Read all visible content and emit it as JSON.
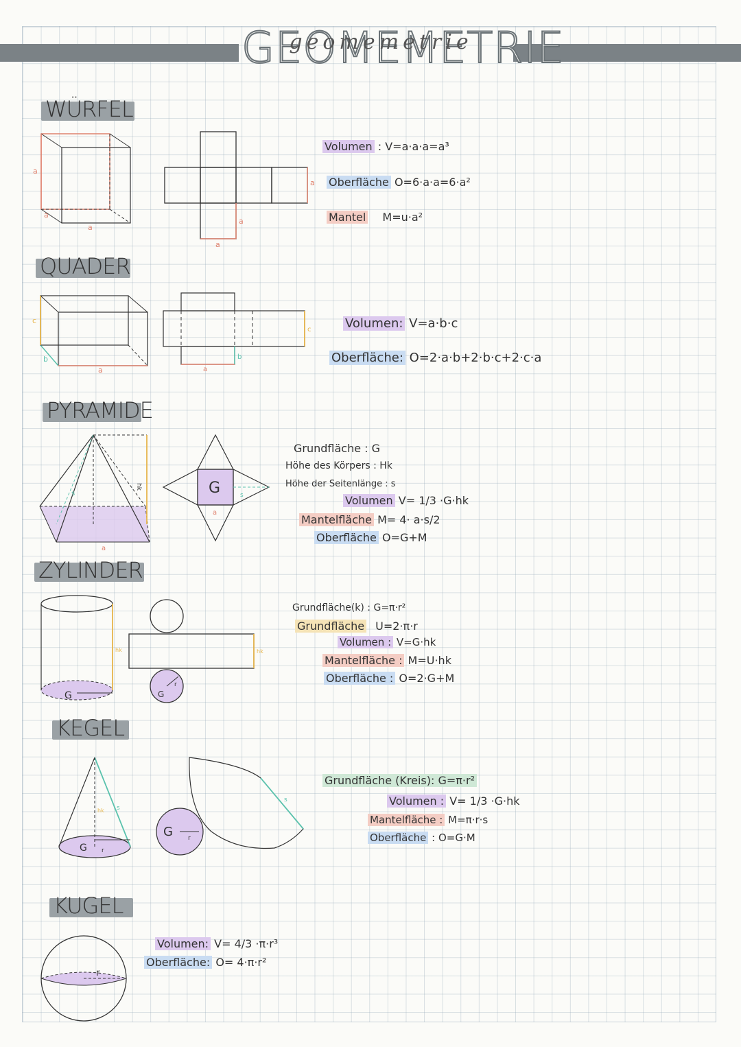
{
  "title": "GEOMEMETRIE",
  "title_script": "geomemetrie",
  "sections": {
    "wuerfel": "WÜRFEL",
    "quader": "QUADER",
    "pyramide": "PYRAMIDE",
    "zylinder": "ZYLINDER",
    "kegel": "KEGEL",
    "kugel": "KUGEL"
  },
  "wuerfel": {
    "volumen_label": "Volumen",
    "volumen_formula": ": V=a·a·a=a³",
    "oberflaeche_label": "Oberfläche",
    "oberflaeche_formula": "O=6·a·a=6·a²",
    "mantel_label": "Mantel",
    "mantel_formula": "M=u·a²",
    "edge_label": "a"
  },
  "quader": {
    "volumen_label": "Volumen:",
    "volumen_formula": "V=a·b·c",
    "oberflaeche_label": "Oberfläche:",
    "oberflaeche_formula": "O=2·a·b+2·b·c+2·c·a",
    "label_a": "a",
    "label_b": "b",
    "label_c": "c"
  },
  "pyramide": {
    "grundflaeche": "Grundfläche : G",
    "hoehe_koerper": "Höhe des Körpers : Hk",
    "hoehe_seite": "Höhe der Seitenlänge : s",
    "volumen_label": "Volumen",
    "volumen_formula": "V= 1/3 ·G·hk",
    "mantel_label": "Mantelfläche",
    "mantel_formula": "M= 4· a·s/2",
    "oberflaeche_label": "Oberfläche",
    "oberflaeche_formula": "O=G+M",
    "net_center": "G",
    "label_a": "a",
    "label_hk": "hk",
    "label_s": "s"
  },
  "zylinder": {
    "grundflaeche_k": "Grundfläche(k) : G=π·r²",
    "grundflaeche_label": "Grundfläche",
    "grundflaeche_formula": "U=2·π·r",
    "volumen_label": "Volumen :",
    "volumen_formula": "V=G·hk",
    "mantel_label": "Mantelfläche :",
    "mantel_formula": "M=U·hk",
    "oberflaeche_label": "Oberfläche :",
    "oberflaeche_formula": "O=2·G+M",
    "label_g": "G",
    "label_hk": "hk",
    "label_r": "r"
  },
  "kegel": {
    "grundflaeche": "Grundfläche (Kreis): G=π·r²",
    "volumen_label": "Volumen :",
    "volumen_formula": "V= 1/3 ·G·hk",
    "mantel_label": "Mantelfläche :",
    "mantel_formula": "M=π·r·s",
    "oberflaeche_label": "Oberfläche",
    "oberflaeche_formula": ": O=G·M",
    "label_g": "G",
    "label_r": "r",
    "label_hk": "hk",
    "label_s": "s"
  },
  "kugel": {
    "volumen_label": "Volumen:",
    "volumen_formula": "V= 4/3 ·π·r³",
    "oberflaeche_label": "Oberfläche:",
    "oberflaeche_formula": "O= 4·π·r²",
    "label_r": "r"
  },
  "colors": {
    "purple": "#dcc9ee",
    "pink": "#f4cdc4",
    "blue": "#c9dcf2",
    "yellow": "#f5e3b6",
    "red": "#e0826e",
    "teal": "#5bc2ad",
    "band": "#7b8286"
  }
}
